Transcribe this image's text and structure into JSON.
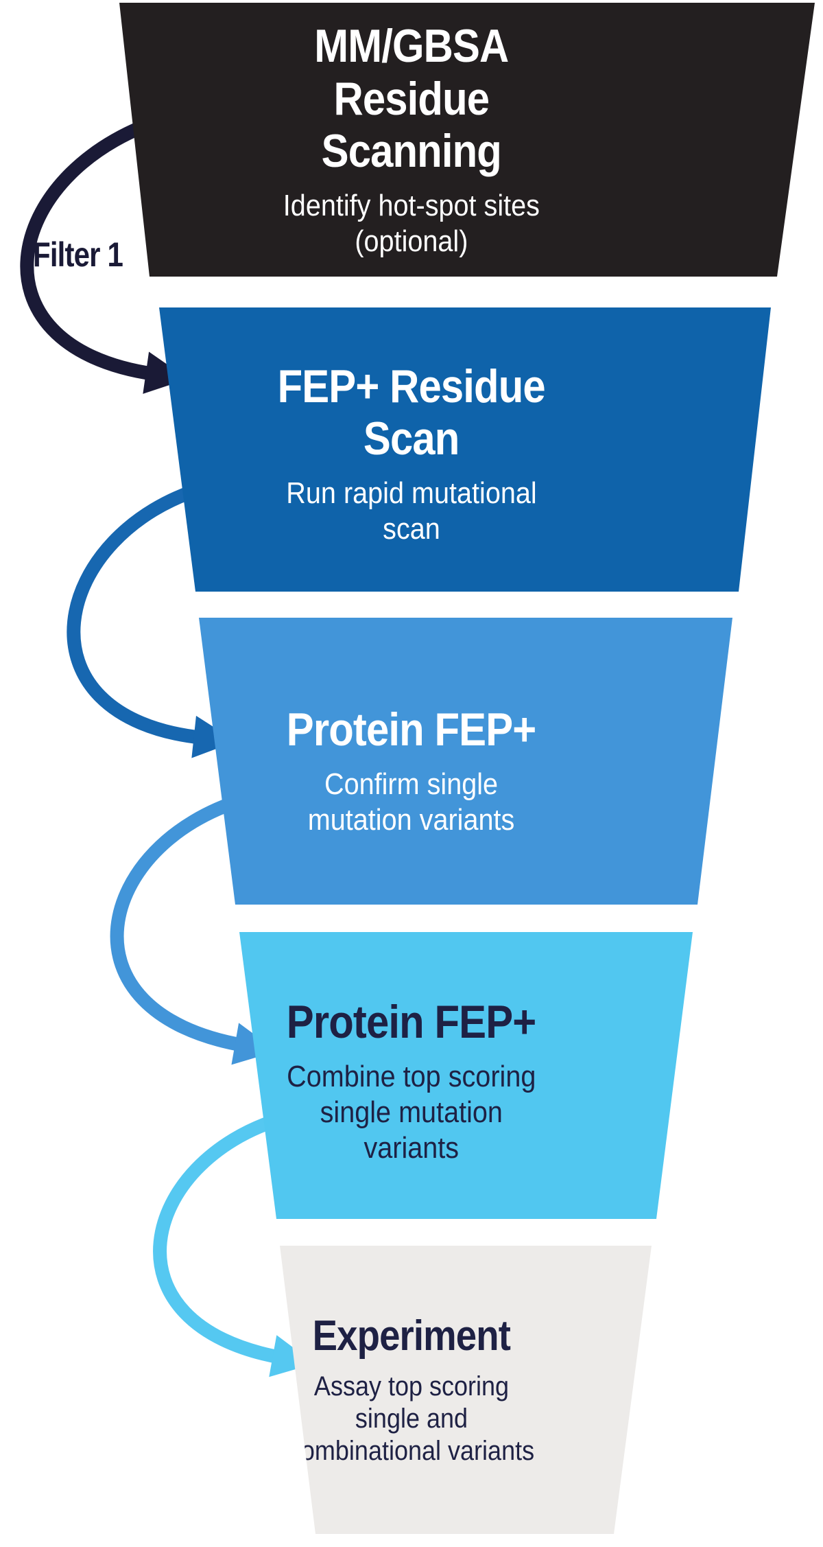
{
  "diagram": {
    "filter_label": "Filter 1",
    "filter_label_color": "#1a1a36",
    "stages": [
      {
        "title": "MM/GBSA\nResidue\nScanning",
        "subtitle": "Identify hot-spot sites\n(optional)",
        "bg_color": "#231f20",
        "text_color": "#ffffff"
      },
      {
        "title": "FEP+ Residue\nScan",
        "subtitle": "Run rapid mutational\nscan",
        "bg_color": "#0f63aa",
        "text_color": "#ffffff"
      },
      {
        "title": "Protein FEP+",
        "subtitle": "Confirm single\nmutation variants",
        "bg_color": "#4295d9",
        "text_color": "#ffffff"
      },
      {
        "title": "Protein FEP+",
        "subtitle": "Combine top scoring\nsingle mutation\nvariants",
        "bg_color": "#51c7f0",
        "text_color": "#1e2144"
      },
      {
        "title": "Experiment",
        "subtitle": "Assay top scoring\nsingle and\ncombinational variants",
        "bg_color": "#edebe9",
        "text_color": "#1e2144"
      }
    ],
    "arrows": [
      {
        "name": "arrow-1",
        "color": "#1a1a36"
      },
      {
        "name": "arrow-2",
        "color": "#1767b0"
      },
      {
        "name": "arrow-3",
        "color": "#4295d9"
      },
      {
        "name": "arrow-4",
        "color": "#55c8f1"
      }
    ]
  }
}
